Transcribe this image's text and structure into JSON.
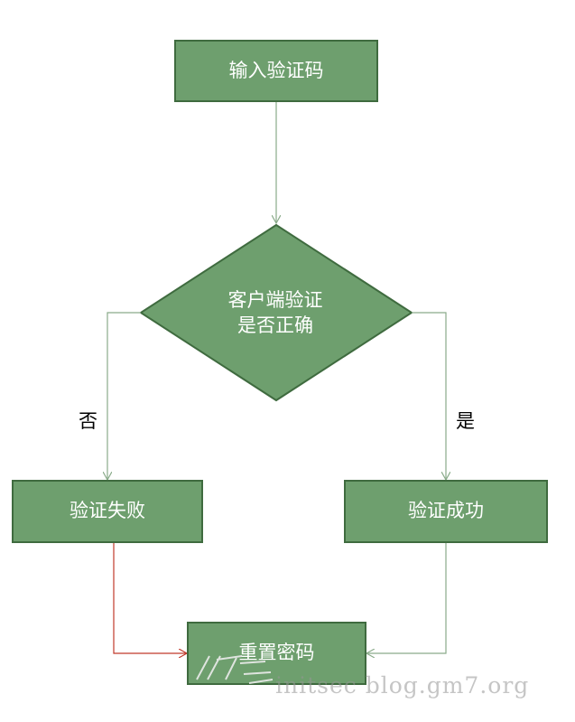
{
  "nodes": {
    "input_code": "输入验证码",
    "decision_line1": "客户端验证",
    "decision_line2": "是否正确",
    "fail": "验证失败",
    "success": "验证成功",
    "reset": "重置密码"
  },
  "branches": {
    "no": "否",
    "yes": "是"
  },
  "watermark": "initsec blog.gm7.org",
  "colors": {
    "node_fill": "#6e9f6e",
    "node_border": "#3f6b3f",
    "connector": "#8aab8a",
    "fail_connector": "#c0392b"
  }
}
